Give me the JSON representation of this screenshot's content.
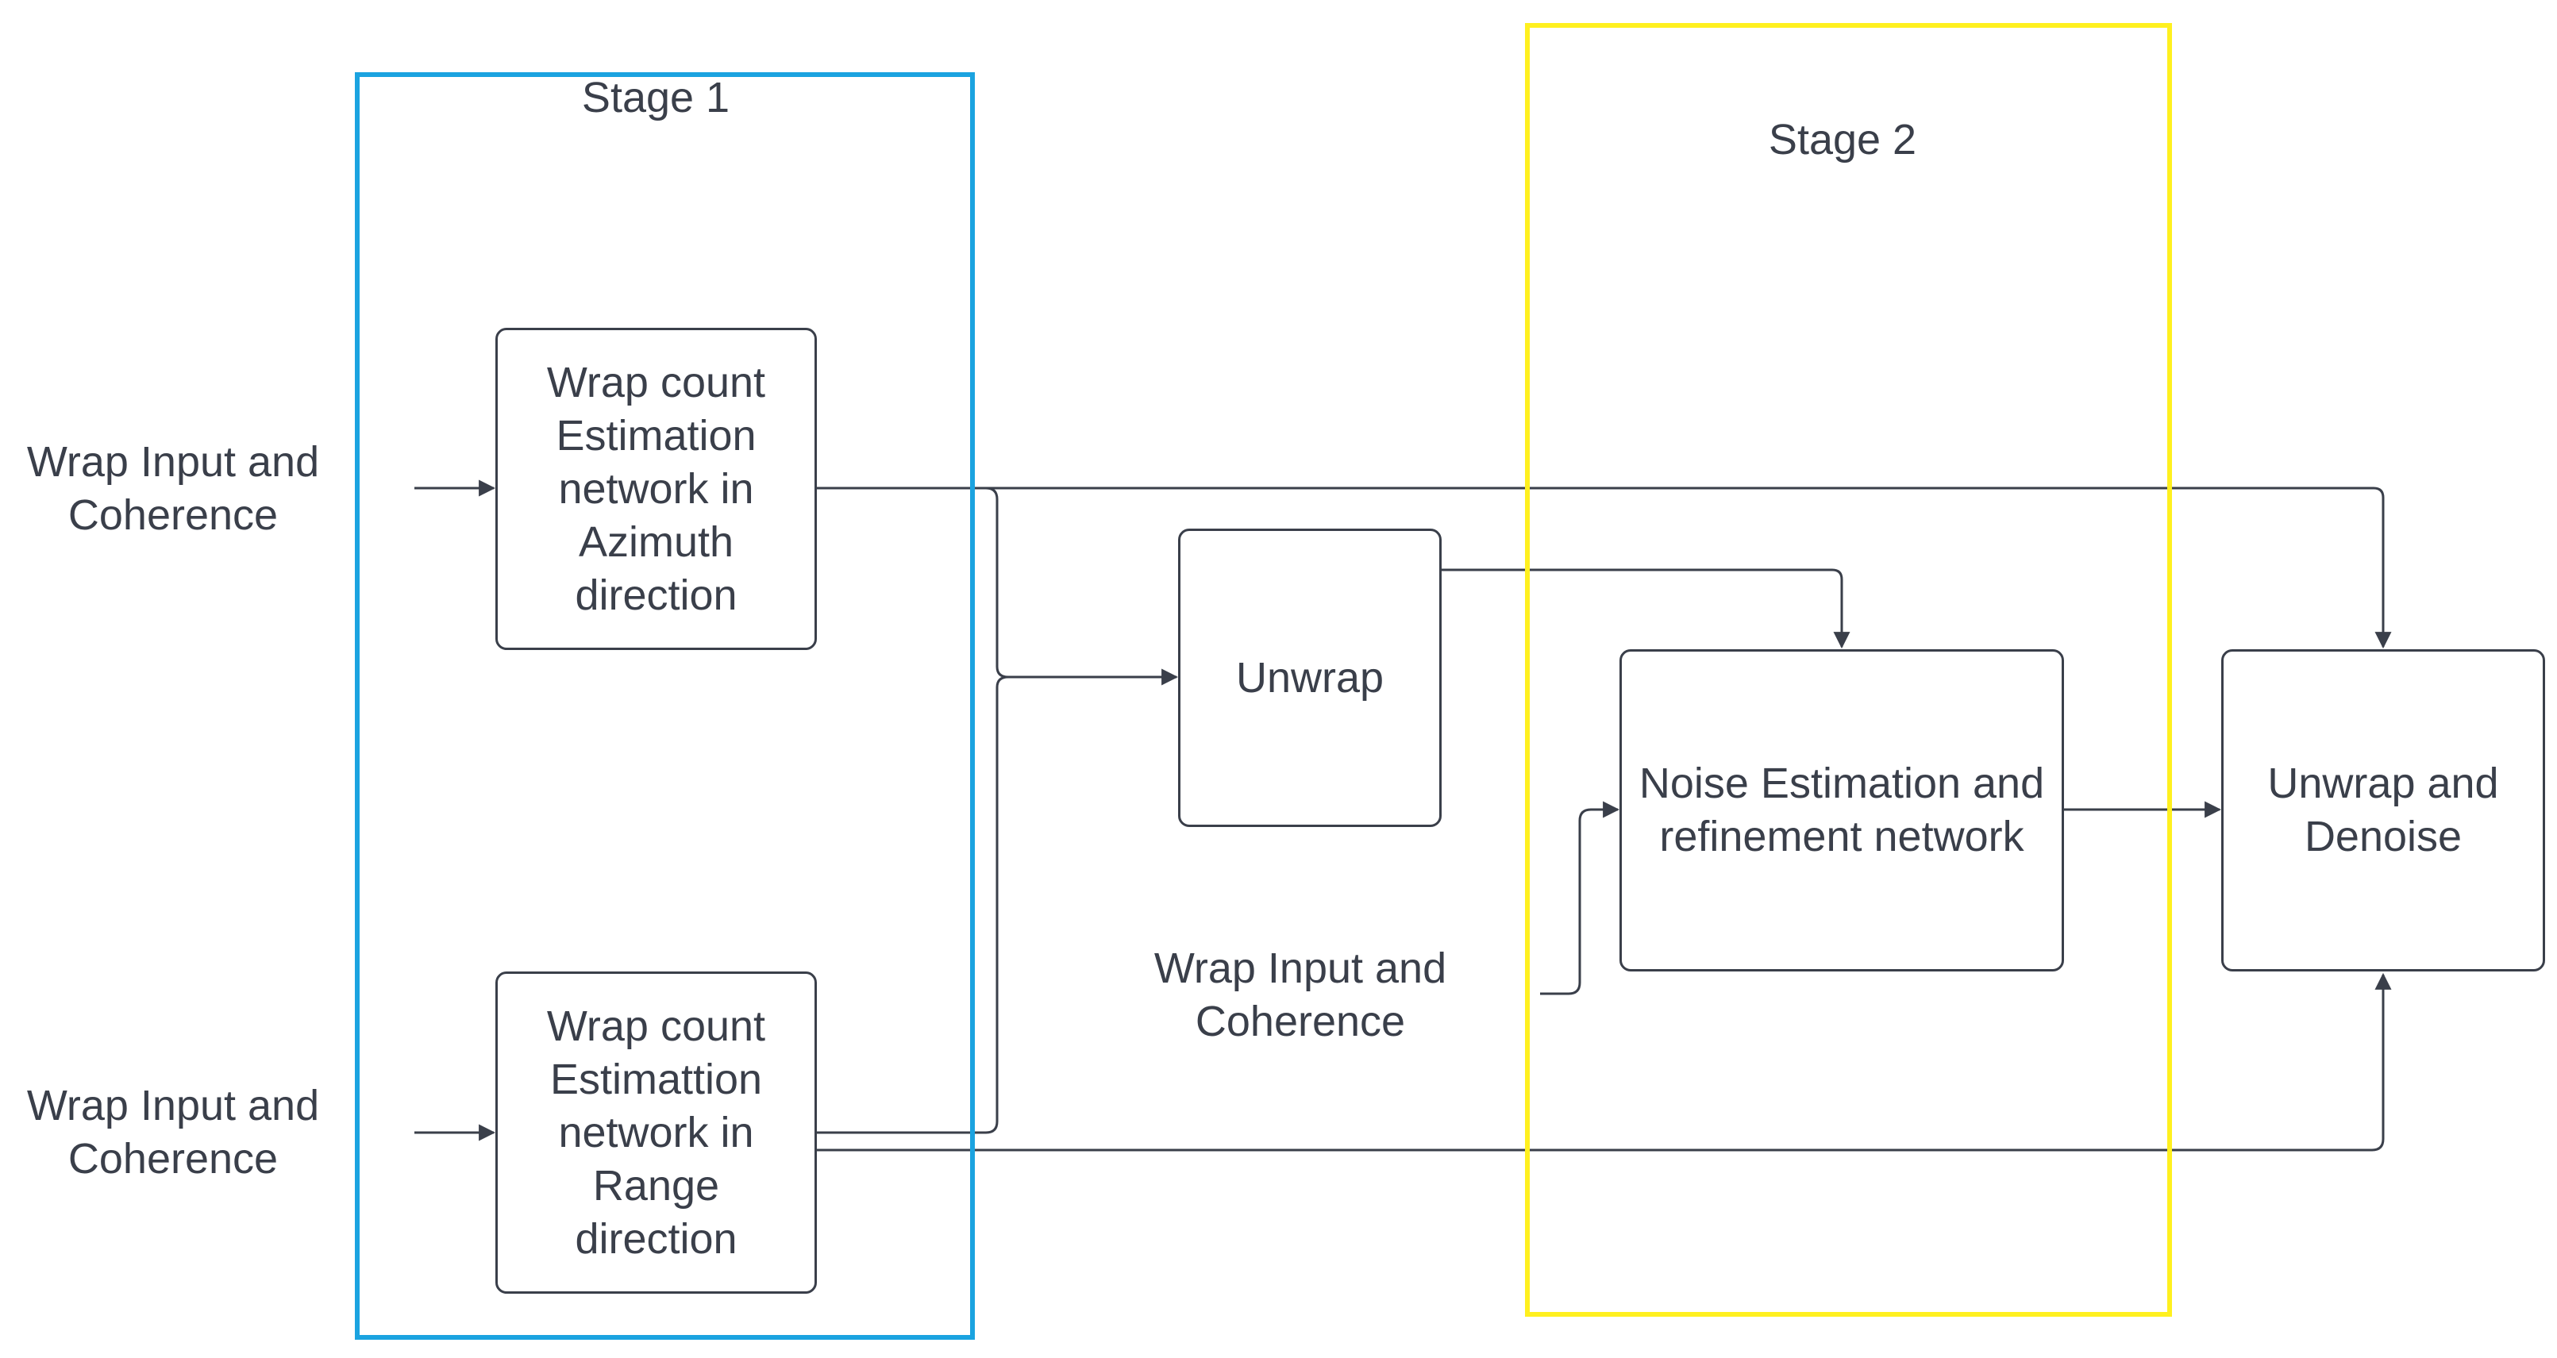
{
  "stages": {
    "stage1": {
      "label": "Stage 1",
      "color": "#1ba3e0"
    },
    "stage2": {
      "label": "Stage 2",
      "color": "#fff01f"
    }
  },
  "inputs": {
    "top": "Wrap Input and\nCoherence",
    "bottom": "Wrap Input and\nCoherence",
    "middle": "Wrap Input and\nCoherence"
  },
  "nodes": {
    "azimuth": "Wrap count\nEstimation\nnetwork in\nAzimuth\ndirection",
    "range": "Wrap count\nEstimattion\nnetwork in\nRange\ndirection",
    "unwrap": "Unwrap",
    "noise": "Noise Estimation and\nrefinement network",
    "unwrap_denoise": "Unwrap and\nDenoise"
  },
  "colors": {
    "line": "#3a3f4a",
    "text": "#3a3f4a"
  }
}
